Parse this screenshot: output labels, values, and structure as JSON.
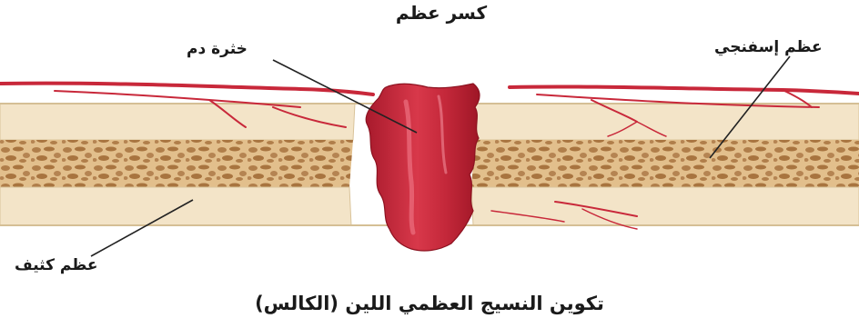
{
  "title": "كسر عظم",
  "labels": {
    "blood_clot": "خثرة دم",
    "spongy_bone": "عظم إسفنجي",
    "compact_bone": "عظم كثيف"
  },
  "caption": "تكوين النسيج العظمي اللين (الكالس)",
  "colors": {
    "compact_bone": "#f3e4c8",
    "spongy_bone": "#e2bf8c",
    "spongy_pores": "#b07e4a",
    "blood": "#c8283a",
    "clot_highlight": "#e85a6a",
    "leader_line": "#222222"
  }
}
